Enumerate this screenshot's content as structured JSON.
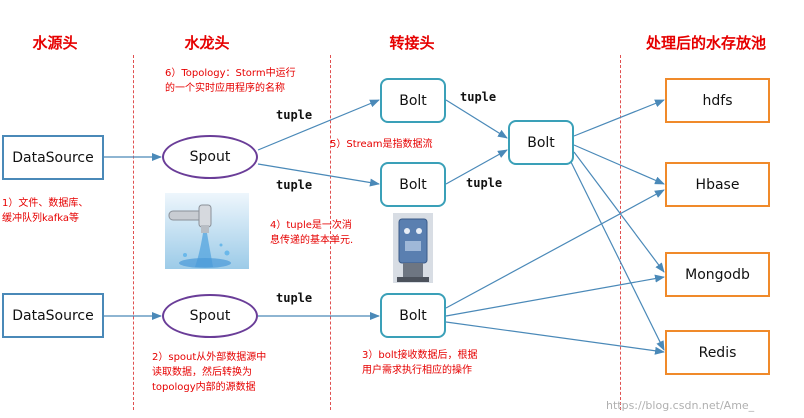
{
  "headers": {
    "source": "水源头",
    "faucet": "水龙头",
    "adapter": "转接头",
    "pool": "处理后的水存放池"
  },
  "colors": {
    "header": "#e60000",
    "datasource_border": "#4a89b8",
    "spout_border": "#6a3d98",
    "bolt_border": "#3aa0b8",
    "store_border": "#f08a2a",
    "arrow": "#4a89b8"
  },
  "nodes": {
    "datasource_1": "DataSource",
    "datasource_2": "DataSource",
    "spout_1": "Spout",
    "spout_2": "Spout",
    "bolt_top": "Bolt",
    "bolt_middle": "Bolt",
    "bolt_bottom": "Bolt",
    "bolt_right": "Bolt",
    "store_hdfs": "hdfs",
    "store_hbase": "Hbase",
    "store_mongodb": "Mongodb",
    "store_redis": "Redis"
  },
  "tuple_label": "tuple",
  "notes": {
    "topology": [
      "6）Topology：Storm中运行",
      "的一个实时应用程序的名称"
    ],
    "stream": [
      "5）Stream是指数据流"
    ],
    "datasource": [
      "1）文件、数据库、",
      "缓冲队列kafka等"
    ],
    "tuple": [
      "4）tuple是一次消",
      "息传递的基本单元."
    ],
    "spout": [
      "2）spout从外部数据源中",
      "读取数据，然后转换为",
      "topology内部的源数据"
    ],
    "bolt": [
      "3）bolt接收数据后，根据",
      "用户需求执行相应的操作"
    ]
  },
  "images": {
    "faucet": "faucet-photo",
    "machine": "water-machine-photo"
  },
  "watermark": "https://blog.csdn.net/Ame_"
}
